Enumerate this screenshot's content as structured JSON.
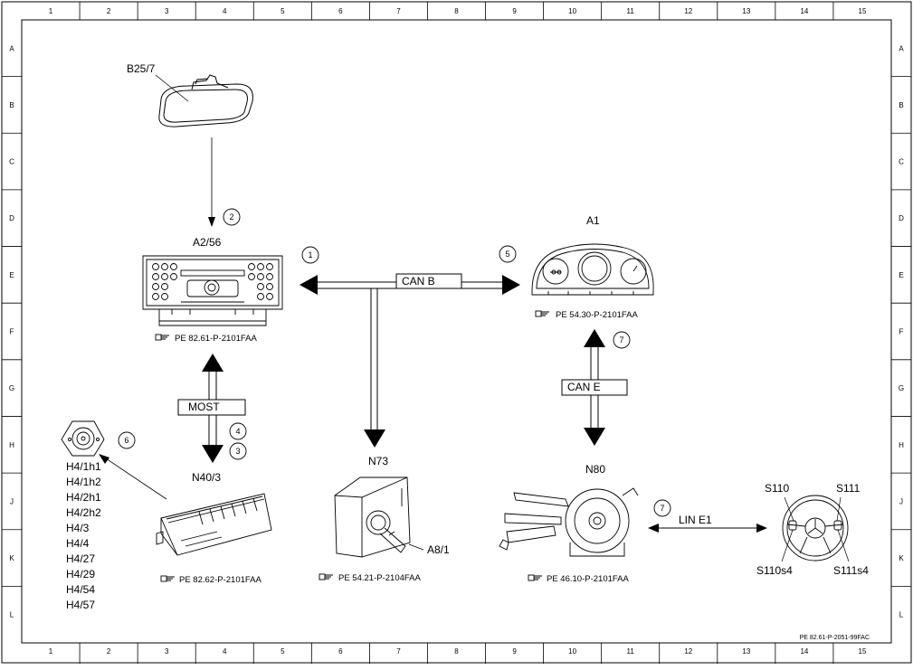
{
  "frame": {
    "columns": [
      "1",
      "2",
      "3",
      "4",
      "5",
      "6",
      "7",
      "8",
      "9",
      "10",
      "11",
      "12",
      "13",
      "14",
      "15"
    ],
    "rows": [
      "A",
      "B",
      "C",
      "D",
      "E",
      "F",
      "G",
      "H",
      "J",
      "K",
      "L"
    ]
  },
  "components": {
    "b25_7": "B25/7",
    "a2_56": "A2/56",
    "a1": "A1",
    "n73": "N73",
    "a8_1": "A8/1",
    "n40_3": "N40/3",
    "n80": "N80",
    "s110": "S110",
    "s111": "S111",
    "s110s4": "S110s4",
    "s111s4": "S111s4"
  },
  "speakers": [
    "H4/1h1",
    "H4/1h2",
    "H4/2h1",
    "H4/2h2",
    "H4/3",
    "H4/4",
    "H4/27",
    "H4/29",
    "H4/54",
    "H4/57"
  ],
  "references": {
    "a2_56": "PE 82.61-P-2101FAA",
    "a1": "PE 54.30-P-2101FAA",
    "n40_3": "PE 82.62-P-2101FAA",
    "n73": "PE 54.21-P-2104FAA",
    "n80": "PE 46.10-P-2101FAA"
  },
  "buses": {
    "can_b": "CAN B",
    "can_e": "CAN E",
    "most": "MOST",
    "lin_e1": "LIN E1"
  },
  "markers": {
    "m1": "1",
    "m2": "2",
    "m3": "3",
    "m4": "4",
    "m5": "5",
    "m6": "6",
    "m7a": "7",
    "m7b": "7"
  },
  "document_id": "PE 82.61-P-2051-99FAC"
}
